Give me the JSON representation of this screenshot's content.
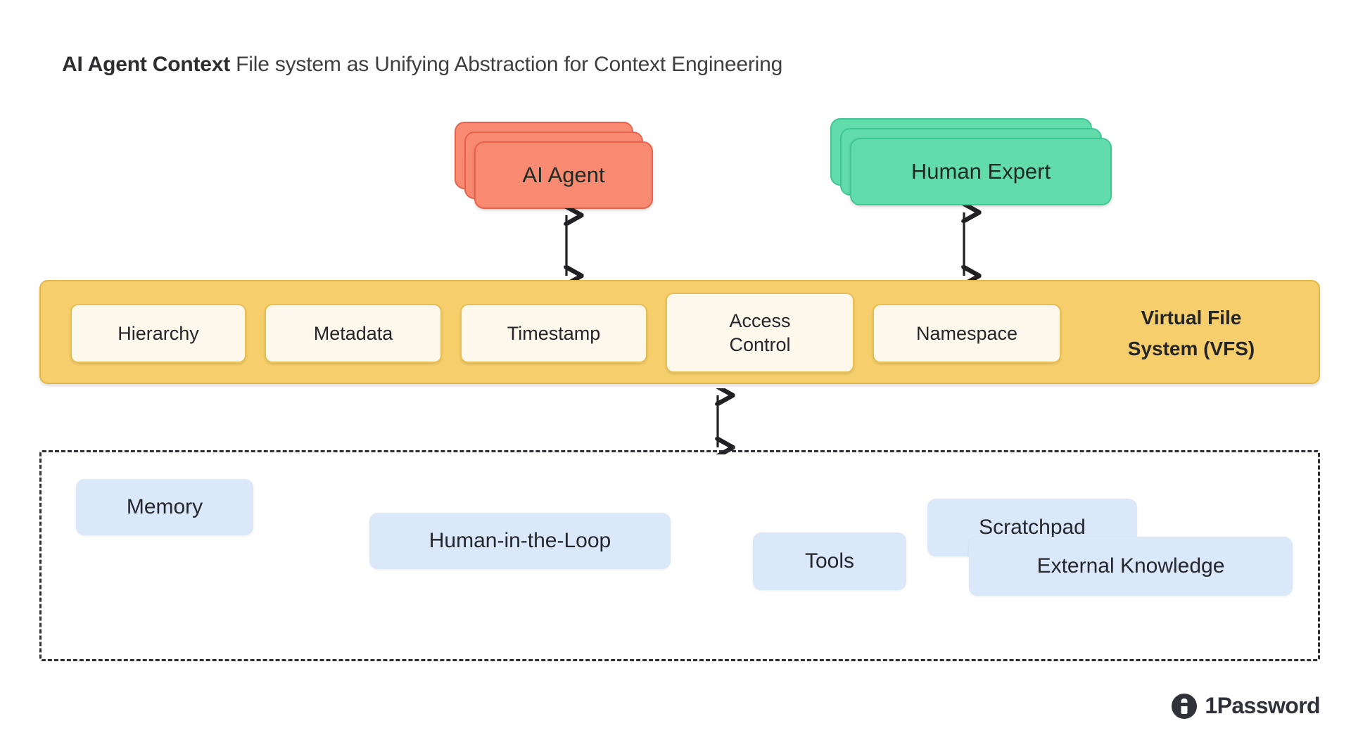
{
  "title": {
    "strong": "AI Agent Context",
    "regular": " File system as Unifying Abstraction for Context Engineering"
  },
  "actors": {
    "agent": {
      "label": "AI Agent",
      "color": "#F98A72",
      "border": "#E8614A",
      "stack_layers": 3
    },
    "expert": {
      "label": "Human Expert",
      "color": "#63DCAB",
      "border": "#3FC793",
      "stack_layers": 3
    }
  },
  "vfs": {
    "title": "Virtual File\nSystem (VFS)",
    "bar_color": "#F6CE6B",
    "bar_border": "#E5B844",
    "chip_color": "#FDF8EC",
    "chip_border": "#E9BE52",
    "chips": [
      {
        "label": "Hierarchy"
      },
      {
        "label": "Metadata"
      },
      {
        "label": "Timestamp"
      },
      {
        "label": "Access\nControl"
      },
      {
        "label": "Namespace"
      }
    ]
  },
  "resources": {
    "box_color": "#DBE8FA",
    "border_style": "dashed",
    "items": [
      {
        "label": "Memory"
      },
      {
        "label": "Human-in-the-Loop"
      },
      {
        "label": "Tools"
      },
      {
        "label": "Scratchpad"
      },
      {
        "label": "External Knowledge"
      }
    ]
  },
  "connectors": {
    "agent_to_vfs": "bidirectional",
    "expert_to_vfs": "bidirectional",
    "vfs_to_resources": "bidirectional",
    "color": "#212124"
  },
  "brand": {
    "name": "1Password",
    "mark": "keyhole-icon",
    "color": "#31313A"
  }
}
